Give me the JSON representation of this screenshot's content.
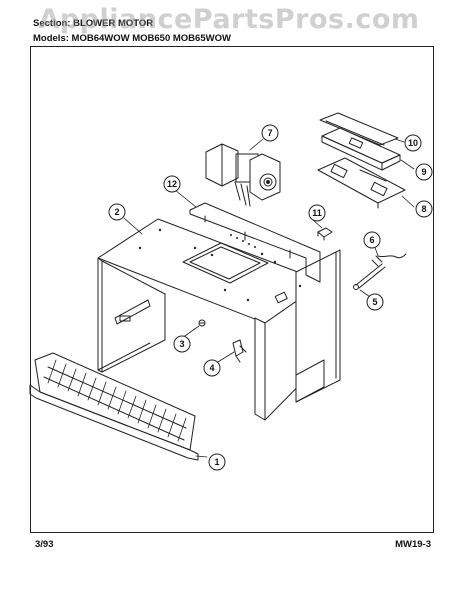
{
  "watermark": "AppliancePartsPros.com",
  "header": {
    "section_line": "Section: BLOWER MOTOR",
    "models_line": "Models: MOB64WOW  MOB650  MOB65WOW"
  },
  "footer": {
    "date": "3/93",
    "page_code": "MW19-3"
  },
  "callouts": [
    {
      "id": "callout-1",
      "label": "1"
    },
    {
      "id": "callout-2",
      "label": "2"
    },
    {
      "id": "callout-3",
      "label": "3"
    },
    {
      "id": "callout-4",
      "label": "4"
    },
    {
      "id": "callout-5",
      "label": "5"
    },
    {
      "id": "callout-6",
      "label": "6"
    },
    {
      "id": "callout-7",
      "label": "7"
    },
    {
      "id": "callout-8",
      "label": "8"
    },
    {
      "id": "callout-9",
      "label": "9"
    },
    {
      "id": "callout-10",
      "label": "10"
    },
    {
      "id": "callout-11",
      "label": "11"
    },
    {
      "id": "callout-12",
      "label": "12"
    }
  ]
}
